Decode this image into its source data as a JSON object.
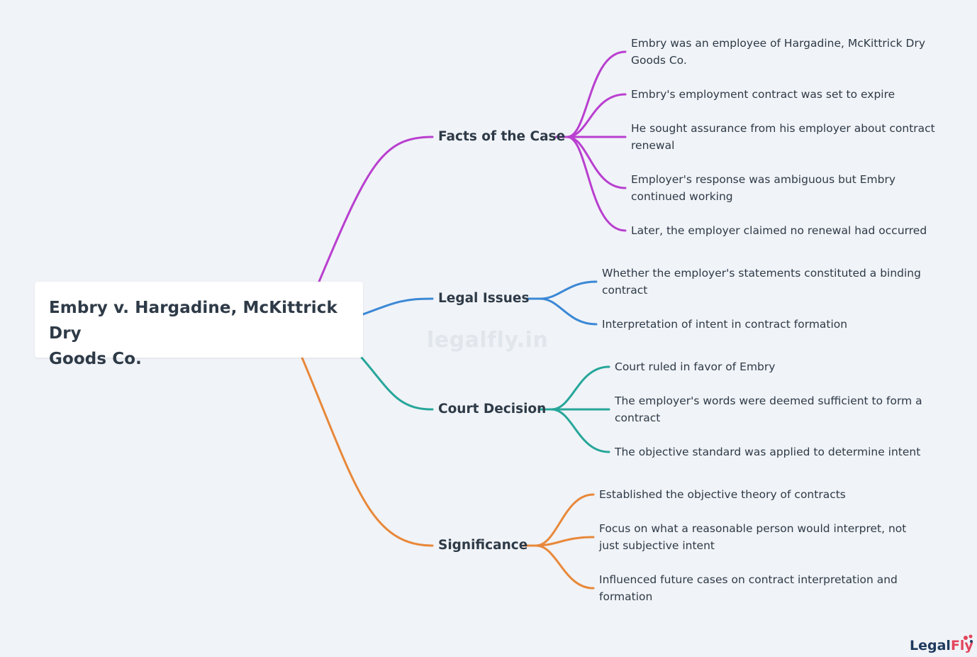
{
  "root": {
    "title_line1": "Embry v. Hargadine, McKittrick Dry",
    "title_line2": "Goods Co."
  },
  "watermark": "legalfly.in",
  "brand": {
    "part1": "Legal",
    "part2": "Fly",
    "mark_icon": "sparkle-icon",
    "color_primary": "#1f3a5f",
    "color_accent": "#e2445c"
  },
  "colors": {
    "facts": "#b93fd0",
    "legal": "#3b88d6",
    "court": "#26a69a",
    "significance": "#e8883a"
  },
  "branches": [
    {
      "label": "Facts of the Case",
      "items": [
        [
          "Embry was an employee of Hargadine, McKittrick Dry",
          "Goods Co."
        ],
        [
          "Embry's employment contract was set to expire"
        ],
        [
          "He sought assurance from his employer about contract",
          "renewal"
        ],
        [
          "Employer's response was ambiguous but Embry",
          "continued working"
        ],
        [
          "Later, the employer claimed no renewal had occurred"
        ]
      ]
    },
    {
      "label": "Legal Issues",
      "items": [
        [
          "Whether the employer's statements constituted a binding",
          "contract"
        ],
        [
          "Interpretation of intent in contract formation"
        ]
      ]
    },
    {
      "label": "Court Decision",
      "items": [
        [
          "Court ruled in favor of Embry"
        ],
        [
          "The employer's words were deemed sufficient to form a",
          "contract"
        ],
        [
          "The objective standard was applied to determine intent"
        ]
      ]
    },
    {
      "label": "Significance",
      "items": [
        [
          "Established the objective theory of contracts"
        ],
        [
          "Focus on what a reasonable person would interpret, not",
          "just subjective intent"
        ],
        [
          "Influenced future cases on contract interpretation and",
          "formation"
        ]
      ]
    }
  ]
}
